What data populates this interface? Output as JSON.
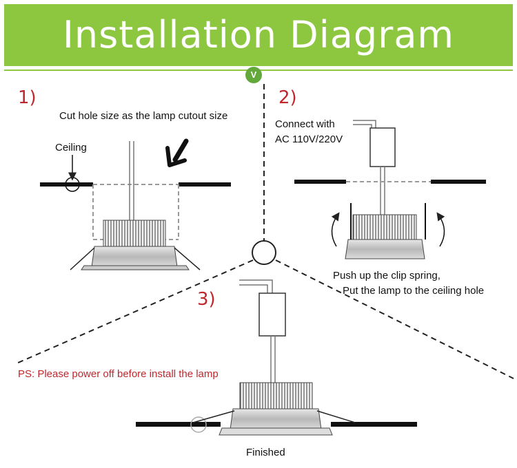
{
  "title": "Installation Diagram",
  "badge": "V",
  "steps": [
    {
      "number": "1)",
      "notes": [
        "Cut hole size as the lamp cutout size",
        "Ceiling"
      ]
    },
    {
      "number": "2)",
      "notes": [
        "Connect with",
        "AC 110V/220V",
        "Push up the clip spring,",
        "Put the lamp to the ceiling hole"
      ]
    },
    {
      "number": "3)",
      "notes": [
        "Finished"
      ]
    }
  ],
  "warning": "PS: Please power off before install the lamp",
  "colors": {
    "banner": "#8dc63f",
    "badge": "#62a83b",
    "accent_red": "#c0272d"
  }
}
